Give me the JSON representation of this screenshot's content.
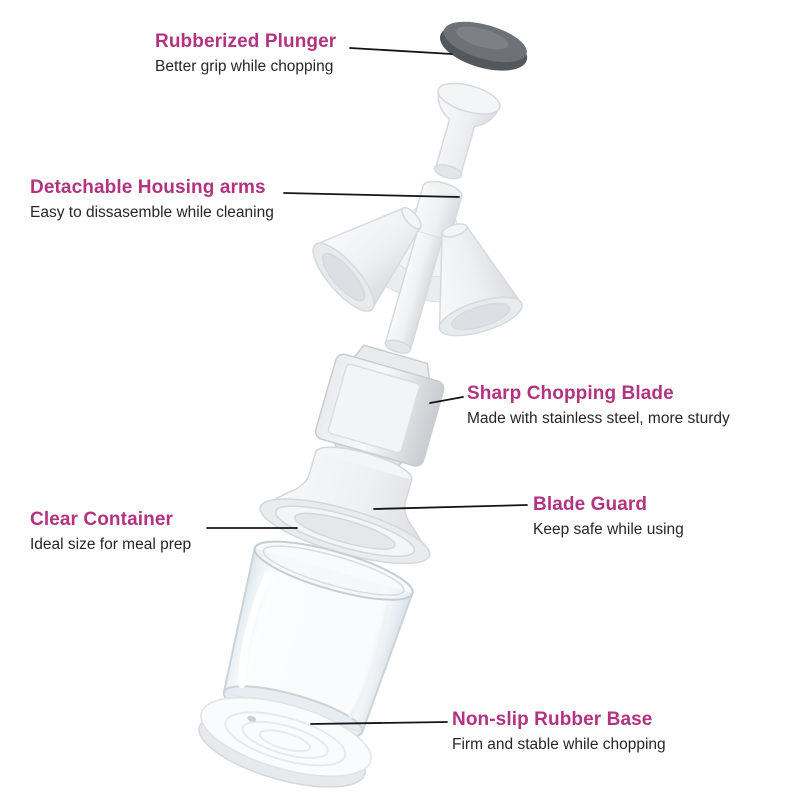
{
  "diagram": {
    "product": "food-chopper-exploded-view",
    "accent_color": "#b23380",
    "text_color": "#262626",
    "labels": [
      {
        "title": "Rubberized Plunger",
        "description": "Better grip while chopping"
      },
      {
        "title": "Detachable Housing arms",
        "description": "Easy to dissasemble while cleaning"
      },
      {
        "title": "Sharp Chopping Blade",
        "description": "Made with stainless steel, more sturdy"
      },
      {
        "title": "Blade Guard",
        "description": "Keep safe while using"
      },
      {
        "title": "Clear Container",
        "description": "Ideal size for meal prep"
      },
      {
        "title": "Non-slip Rubber Base",
        "description": "Firm and stable while chopping"
      }
    ]
  }
}
